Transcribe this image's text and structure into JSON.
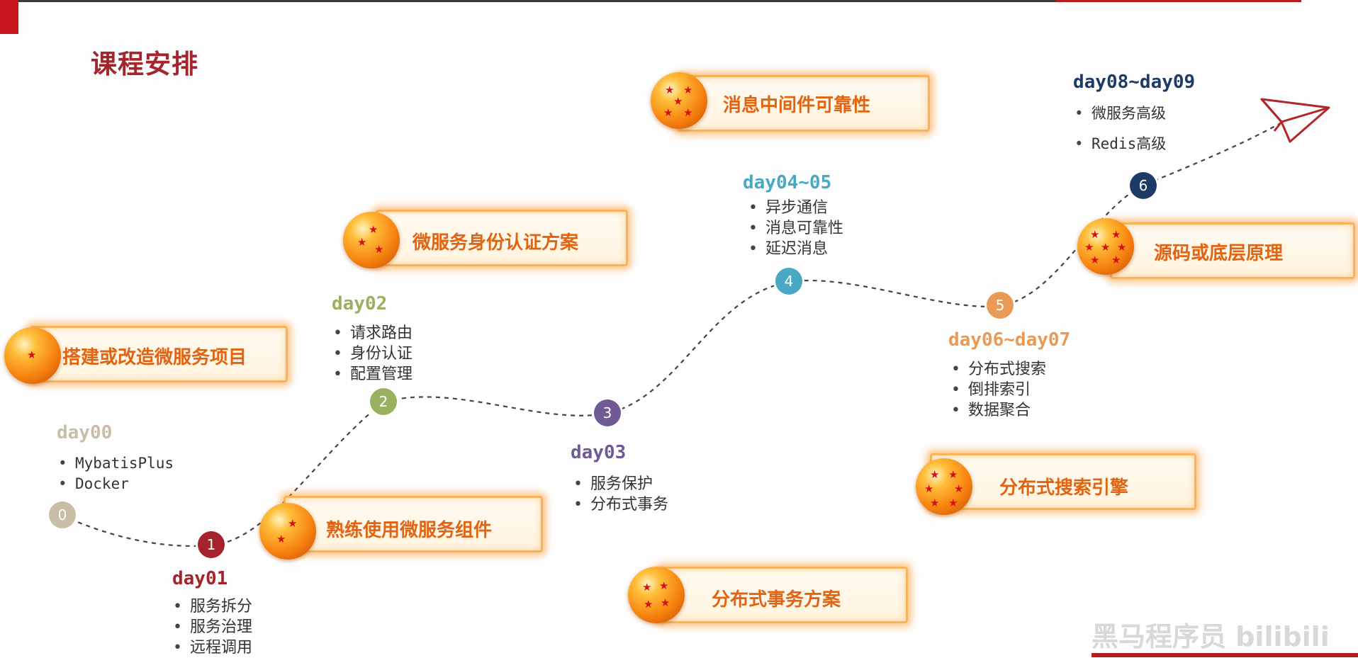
{
  "title": "课程安排",
  "colors": {
    "title": "#a3262d",
    "day00": "#c7bea5",
    "day01": "#a5232a",
    "day02": "#98b060",
    "day03": "#6f5a95",
    "day04": "#4aa9c2",
    "day06": "#e99a57",
    "day08": "#1e3a66",
    "banner_text": "#e06414"
  },
  "milestones": [
    {
      "num": "0",
      "day": "day00",
      "items": [
        "MybatisPlus",
        "Docker"
      ]
    },
    {
      "num": "1",
      "day": "day01",
      "items": [
        "服务拆分",
        "服务治理",
        "远程调用"
      ]
    },
    {
      "num": "2",
      "day": "day02",
      "items": [
        "请求路由",
        "身份认证",
        "配置管理"
      ]
    },
    {
      "num": "3",
      "day": "day03",
      "items": [
        "服务保护",
        "分布式事务"
      ]
    },
    {
      "num": "4",
      "day": "day04~05",
      "items": [
        "异步通信",
        "消息可靠性",
        "延迟消息"
      ]
    },
    {
      "num": "5",
      "day": "day06~day07",
      "items": [
        "分布式搜索",
        "倒排索引",
        "数据聚合"
      ]
    },
    {
      "num": "6",
      "day": "day08~day09",
      "items": [
        "微服务高级",
        "Redis高级"
      ]
    }
  ],
  "banners": [
    {
      "text": "搭建或改造微服务项目",
      "stars": 1
    },
    {
      "text": "熟练使用微服务组件",
      "stars": 2
    },
    {
      "text": "微服务身份认证方案",
      "stars": 3
    },
    {
      "text": "分布式事务方案",
      "stars": 4
    },
    {
      "text": "消息中间件可靠性",
      "stars": 5
    },
    {
      "text": "分布式搜索引擎",
      "stars": 6
    },
    {
      "text": "源码或底层原理",
      "stars": 7
    }
  ],
  "icons": {
    "arrow": "paper-plane-icon",
    "ball": "dragon-ball-icon"
  },
  "watermark": "黑马程序员 bilibili"
}
